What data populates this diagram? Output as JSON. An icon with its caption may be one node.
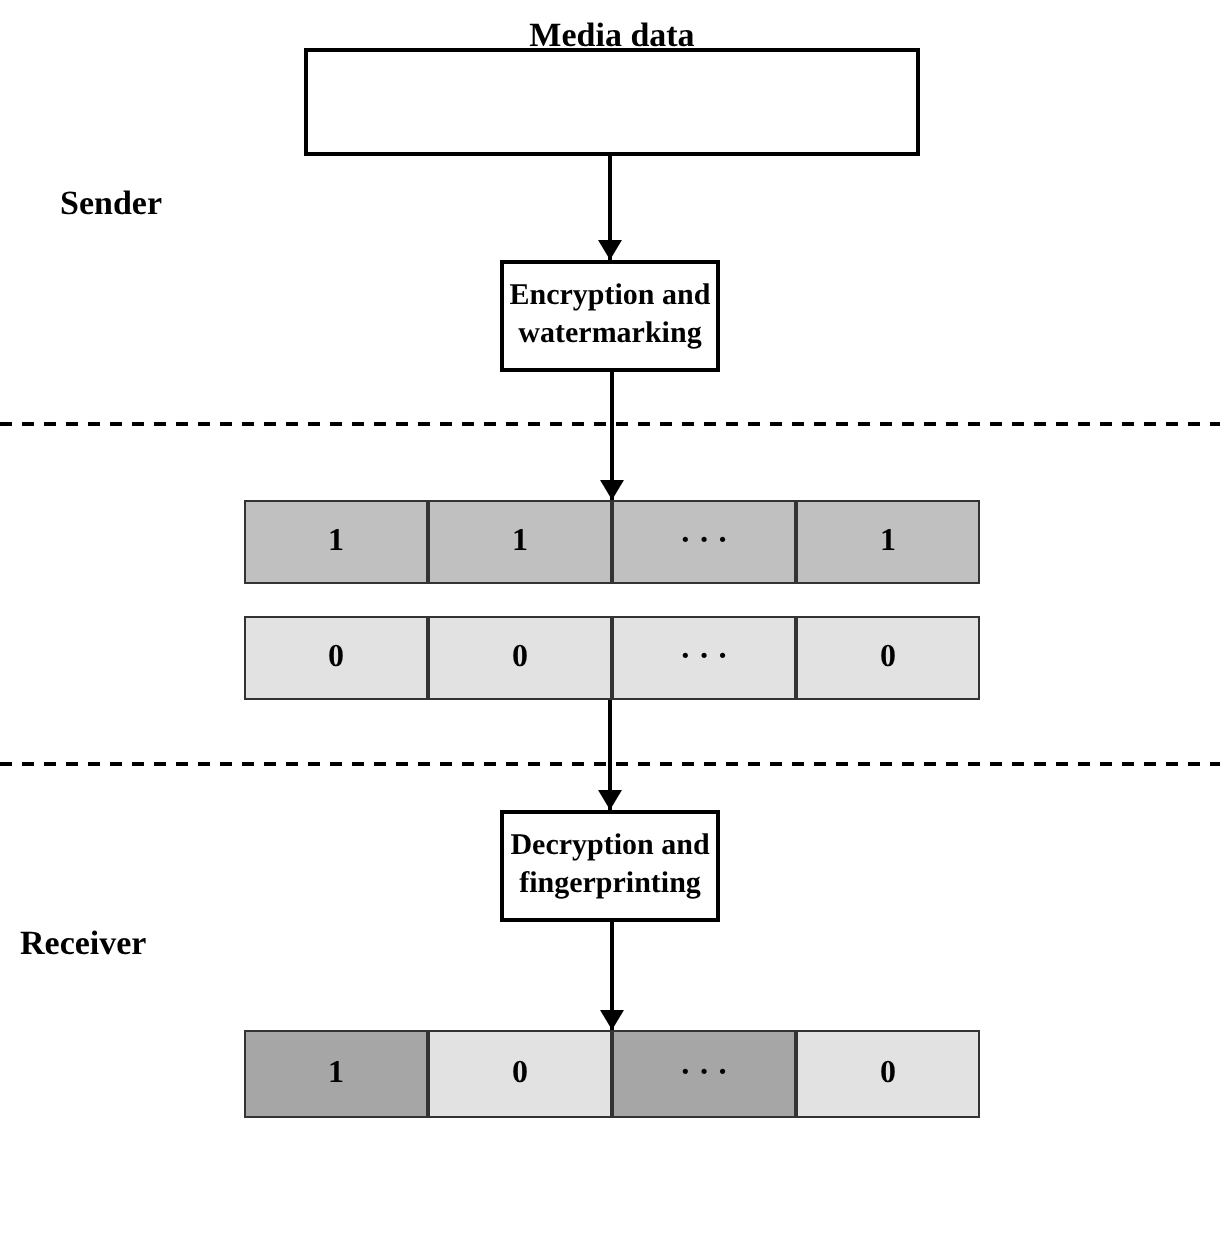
{
  "diagram": {
    "nodes": [
      {
        "text": [
          "Media data"
        ]
      },
      {
        "text": [
          "Encryption and watermarking"
        ]
      },
      {
        "text": [],
        "shape": "bar"
      },
      {
        "text": [
          "1"
        ],
        "in": 2
      },
      {
        "text": [
          "1"
        ],
        "in": 2
      },
      {
        "text": [
          "· · ·"
        ],
        "in": 2
      },
      {
        "text": [
          "1"
        ],
        "in": 2
      },
      {
        "text": [],
        "shape": "bar"
      },
      {
        "text": [
          "0"
        ],
        "in": 7
      },
      {
        "text": [
          "0"
        ],
        "in": 7
      },
      {
        "text": [
          "· · ·"
        ],
        "in": 7
      },
      {
        "text": [
          "0"
        ],
        "in": 7
      },
      {
        "text": [
          "Decryption and fingerprinting"
        ]
      },
      {
        "text": [],
        "shape": "bar"
      },
      {
        "text": [
          "1"
        ],
        "in": 13
      },
      {
        "text": [
          "0"
        ],
        "in": 13
      },
      {
        "text": [
          "· · ·"
        ],
        "in": 13
      },
      {
        "text": [
          "0"
        ],
        "in": 13
      }
    ],
    "edges": [
      {
        "from": 0,
        "to": 1,
        "arrow": "to"
      },
      {
        "from": 1,
        "to": 2,
        "arrow": "to"
      },
      {
        "from": 7,
        "to": 12,
        "arrow": "to"
      },
      {
        "from": 12,
        "to": 13,
        "arrow": "to"
      }
    ],
    "labels": [
      "Sender",
      "Receiver"
    ]
  }
}
